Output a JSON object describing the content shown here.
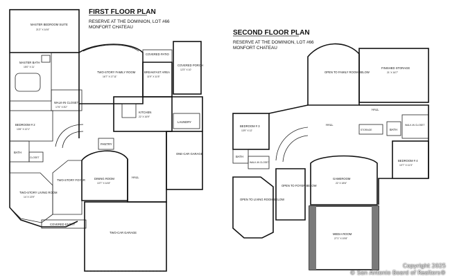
{
  "first_floor": {
    "title": "FIRST FLOOR PLAN",
    "subtitle_line1": "RESERVE AT THE DOMINION, LOT #66",
    "subtitle_line2": "MONFORT CHATEAU",
    "rooms": {
      "master_suite": "MASTER BEDROOM SUITE",
      "master_suite_dim": "21'2\" X 14'6\"",
      "master_bath": "MASTER BATH",
      "master_bath_dim": "15'0\" X 11'",
      "two_story_family": "TWO-STORY FAMILY ROOM",
      "two_story_family_dim": "16'7\" X 17'11\"",
      "breakfast": "BREAKFAST AREA",
      "breakfast_dim": "11'9\" X 11'5\"",
      "covered_patio": "COVERED PATIO",
      "covered_porch": "COVERED PORCH",
      "covered_porch_dim": "12'3\" X 10'",
      "walkin_closet": "WALK-IN CLOSET",
      "walkin_closet_dim": "17'6\" X 8'2\"",
      "bedroom2": "BEDROOM # 2",
      "bedroom2_dim": "13'6\" X 12'1\"",
      "kitchen": "KITCHEN",
      "kitchen_dim": "22' X 16'9\"",
      "laundry": "LAUNDRY",
      "pantry": "PANTRY",
      "bath": "BATH",
      "closet": "CLOSET",
      "two_story_foyer": "TWO-STORY FOYER",
      "dining": "DINING ROOM",
      "dining_dim": "13'7\" X 14'8\"",
      "hall": "HALL",
      "one_car_garage": "ONE-CAR GARAGE",
      "two_story_living": "TWO-STORY LIVING ROOM",
      "two_story_living_dim": "14' X 13'9\"",
      "covered_entry": "COVERED ENTRY",
      "two_car_garage": "TWO-CAR GARAGE"
    }
  },
  "second_floor": {
    "title": "SECOND FLOOR PLAN",
    "subtitle_line1": "RESERVE AT THE DOMINION, LOT #66",
    "subtitle_line2": "MONFORT CHATEAU",
    "rooms": {
      "open_family": "OPEN TO FAMILY ROOM BELOW",
      "finished_storage": "FINISHED STORAGE",
      "finished_storage_dim": "21' X 16'7\"",
      "hall": "HALL",
      "bedroom3": "BEDROOM # 3",
      "bedroom3_dim": "13'9\" X 12'",
      "storage": "STORAGE",
      "bath": "BATH",
      "walkin_closet": "WALK-IN CLOSET",
      "walkin_closet_left": "WALK-IN CLOSET",
      "bedroom4": "BEDROOM # 4",
      "bedroom4_dim": "10'7\" X 11'3\"",
      "gameroom": "GAMEROOM",
      "gameroom_dim": "22' X 18'6\"",
      "open_foyer": "OPEN TO FOYER BELOW",
      "open_living": "OPEN TO LIVING ROOM BELOW",
      "media_room": "MEDIA ROOM",
      "media_room_dim": "27'1\" X 19'8\""
    }
  },
  "copyright": {
    "line1": "Copyright 2025",
    "line2": "© San Antonio Board of Realtors®"
  },
  "colors": {
    "ink": "#111111",
    "paper": "#ffffff",
    "hatch": "#7a7a7a"
  }
}
